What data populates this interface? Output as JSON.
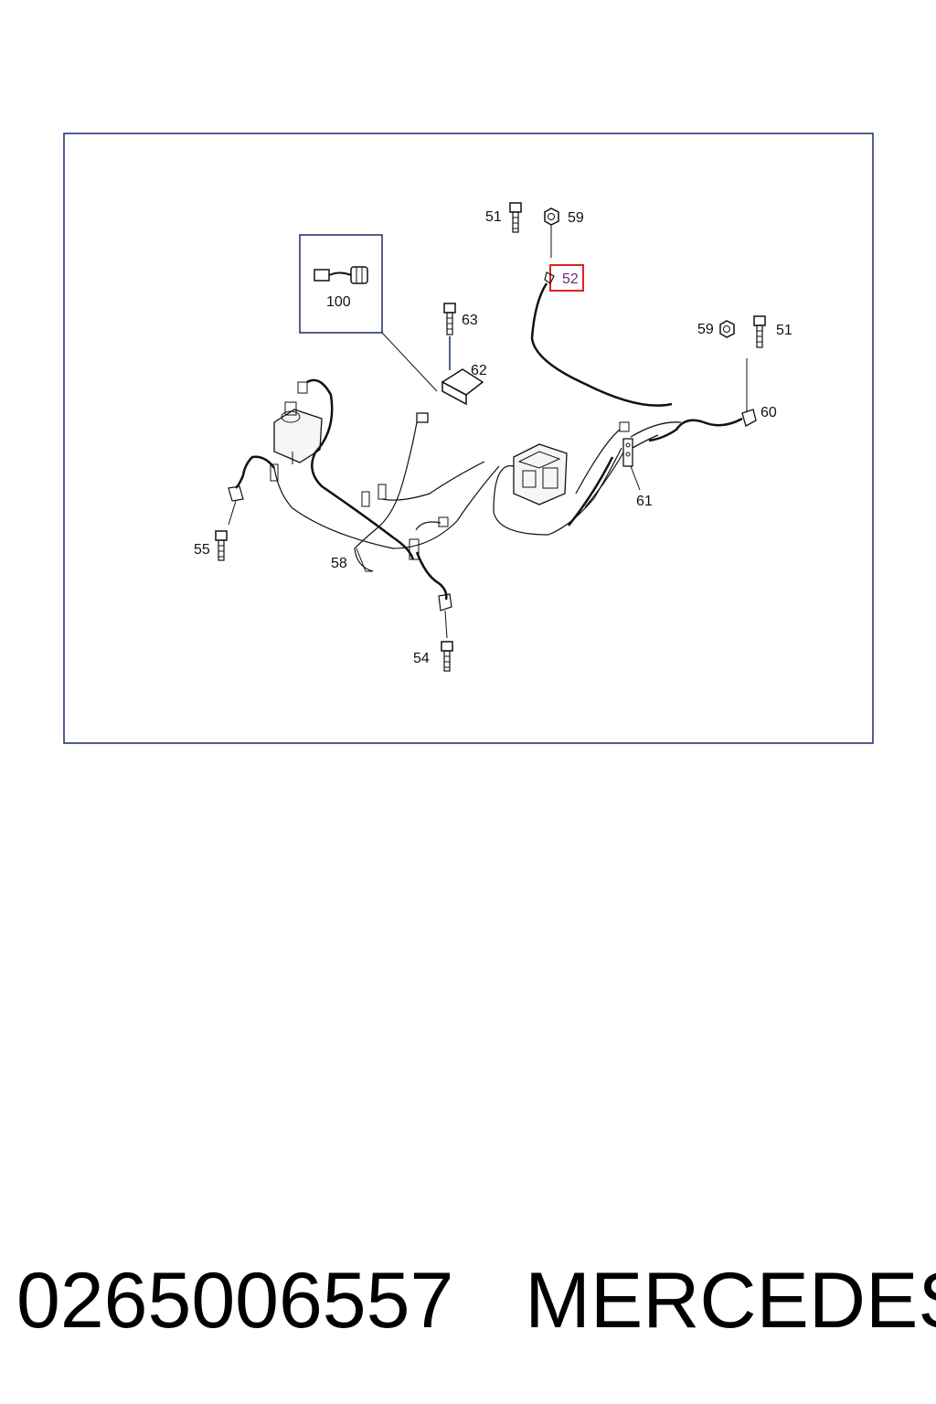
{
  "callouts": {
    "c51a": "51",
    "c59a": "59",
    "c52": "52",
    "c100": "100",
    "c63": "63",
    "c62": "62",
    "c59b": "59",
    "c51b": "51",
    "c60": "60",
    "c61": "61",
    "c55": "55",
    "c58": "58",
    "c54": "54"
  },
  "highlight": {
    "part": "52",
    "color": "#e02020"
  },
  "caption": {
    "part_number": "0265006557",
    "brand": "MERCEDES"
  }
}
